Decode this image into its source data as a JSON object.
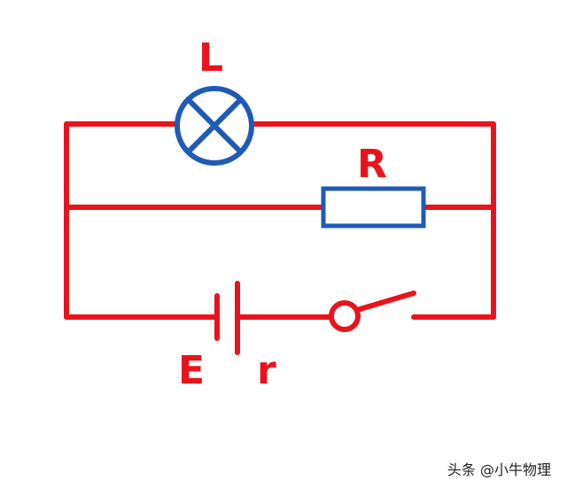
{
  "labels": {
    "lamp": "L",
    "resistor": "R",
    "emf": "E",
    "internal_resistance": "r"
  },
  "watermark": "头条 @小牛物理",
  "colors": {
    "wire": "#e8141c",
    "component": "#1f5bb5",
    "background": "#ffffff"
  },
  "icons": {
    "lamp": "lamp-cross-circle-icon",
    "resistor": "resistor-rect-icon",
    "battery": "battery-cell-icon",
    "switch": "open-switch-icon"
  }
}
